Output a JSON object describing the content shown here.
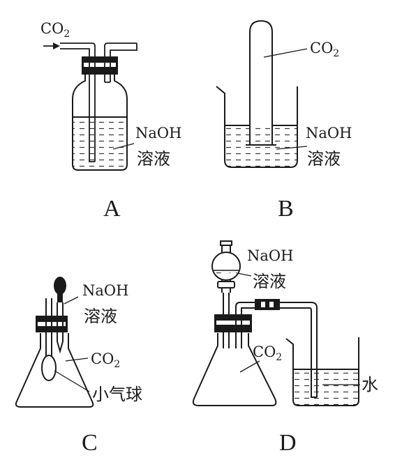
{
  "labels": {
    "A": {
      "letter": "A",
      "gas": "CO",
      "gas_sub": "2",
      "solution_line1": "NaOH",
      "solution_line2": "溶液"
    },
    "B": {
      "letter": "B",
      "gas": "CO",
      "gas_sub": "2",
      "solution_line1": "NaOH",
      "solution_line2": "溶液"
    },
    "C": {
      "letter": "C",
      "solution_line1": "NaOH",
      "solution_line2": "溶液",
      "gas": "CO",
      "gas_sub": "2",
      "balloon": "小气球"
    },
    "D": {
      "letter": "D",
      "solution_line1": "NaOH",
      "solution_line2": "溶液",
      "gas": "CO",
      "gas_sub": "2",
      "water": "水"
    }
  }
}
